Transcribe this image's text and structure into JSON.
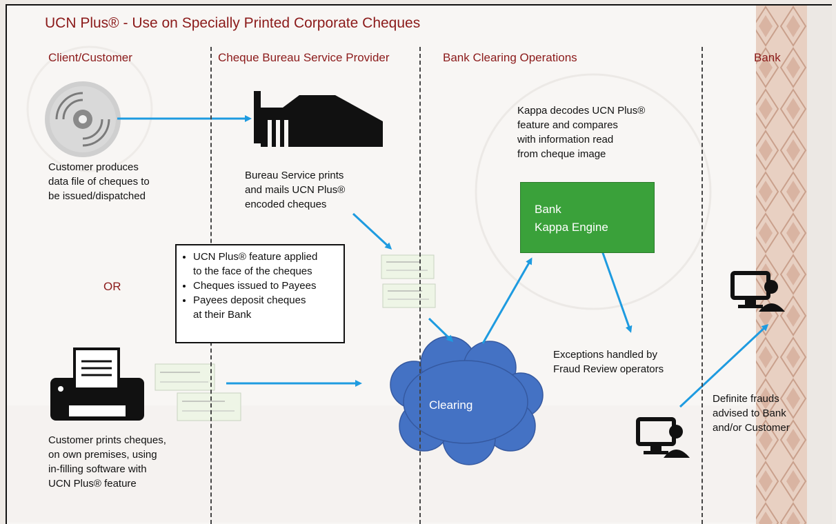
{
  "title": "UCN Plus® - Use on Specially Printed Corporate Cheques",
  "lanes": [
    "Client/Customer",
    "Cheque Bureau Service Provider",
    "Bank Clearing Operations",
    "Bank"
  ],
  "notes": {
    "customer_data": [
      "Customer produces",
      "data file of cheques to",
      "be issued/dispatched"
    ],
    "bureau": [
      "Bureau Service prints",
      "and mails UCN Plus®",
      "encoded cheques"
    ],
    "kappa_decodes": [
      "Kappa decodes UCN Plus®",
      "feature and compares",
      "with information read",
      "from cheque image"
    ],
    "exceptions": [
      "Exceptions handled by",
      "Fraud Review operators"
    ],
    "frauds": [
      "Definite frauds",
      "advised to Bank",
      "and/or Customer"
    ],
    "customer_prints": [
      "Customer prints cheques,",
      "on own premises, using",
      "in-filling software with",
      "UCN Plus® feature"
    ]
  },
  "bullets": [
    [
      "UCN Plus® feature applied",
      "to the face of the cheques"
    ],
    [
      "Cheques issued to Payees"
    ],
    [
      "Payees deposit cheques",
      "at their Bank"
    ]
  ],
  "or_label": "OR",
  "kappa_box": [
    "Bank",
    "Kappa Engine"
  ],
  "clearing_label": "Clearing",
  "icons": [
    "disc-icon",
    "factory-icon",
    "printer-icon",
    "cheque-icon",
    "computer-user-icon"
  ],
  "colors": {
    "title": "#8b1a1a",
    "arrow": "#1e9be0",
    "kappa": "#3aa13a",
    "cloud": "#4472c4"
  }
}
